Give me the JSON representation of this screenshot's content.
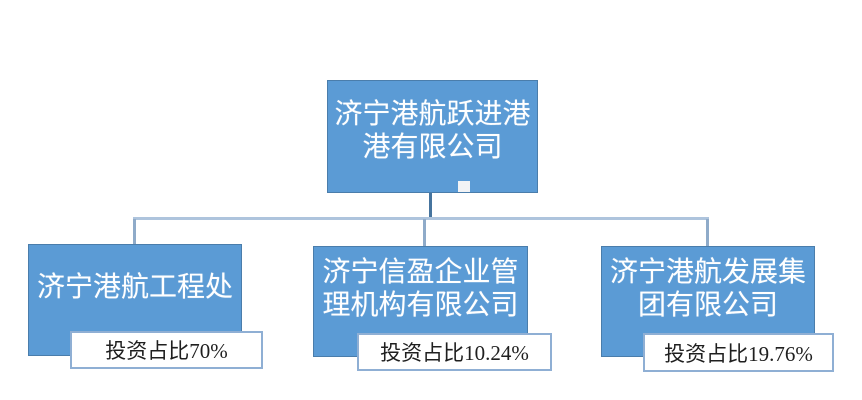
{
  "org": {
    "root": {
      "name": "济宁港航跃进港港有限公司",
      "lines": [
        "济宁港航跃进港",
        "港有限公司"
      ]
    },
    "children": [
      {
        "name": "济宁港航工程处",
        "lines": [
          "济宁港航工程处",
          ""
        ],
        "investment_label": "投资占比70%",
        "investment_pct": "70%"
      },
      {
        "name": "济宁信盈企业管理机构有限公司",
        "lines": [
          "济宁信盈企业管",
          "理机构有限公司"
        ],
        "investment_label": "投资占比10.24%",
        "investment_pct": "10.24%"
      },
      {
        "name": "济宁港航发展集团有限公司",
        "lines": [
          "济宁港航发展集",
          "团有限公司"
        ],
        "investment_label": "投资占比19.76%",
        "investment_pct": "19.76%"
      }
    ]
  },
  "colors": {
    "box_fill": "#5b9bd5",
    "box_border": "#4a7dab",
    "box_text": "#ffffff",
    "connector_dark": "#46749e",
    "connector_mid": "#8fabc9",
    "connector_light": "#aec4dd",
    "label_bg": "#ffffff",
    "label_border": "#8fafd4",
    "label_text": "#1f1f1f"
  }
}
